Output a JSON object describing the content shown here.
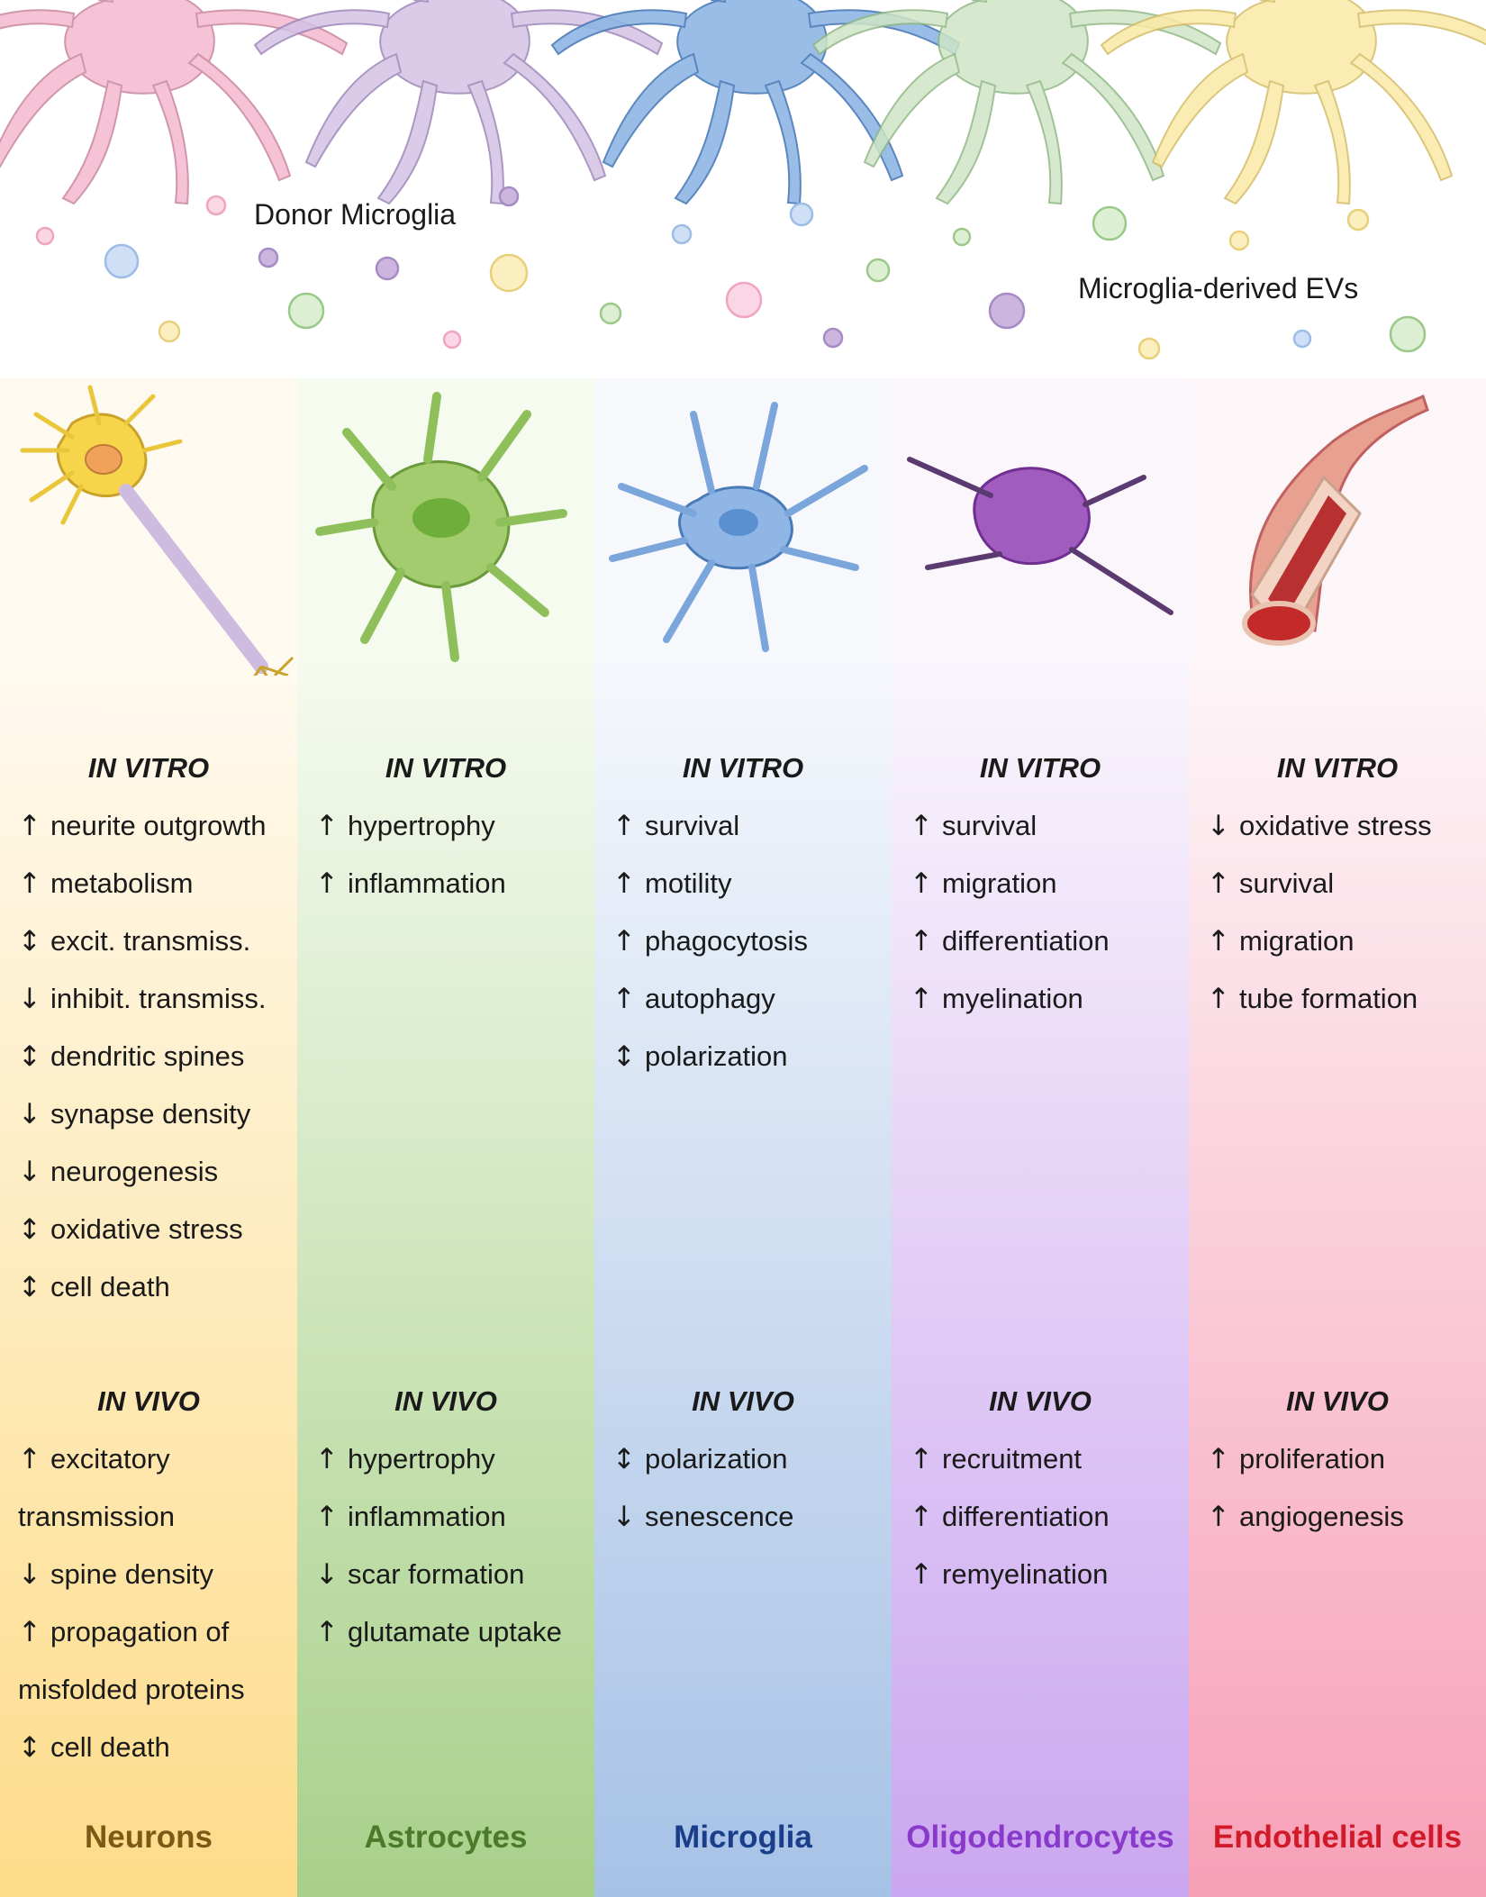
{
  "header": {
    "donor_label": "Donor Microglia",
    "evs_label": "Microglia-derived EVs"
  },
  "colors": {
    "neurons": "#7a5a14",
    "astrocytes": "#4a7a2a",
    "microglia": "#1a3e8a",
    "oligodendrocytes": "#8a3acb",
    "endothelial": "#d01a2a"
  },
  "columns": [
    {
      "key": "neurons",
      "icon": "neuron-icon",
      "label": "Neurons",
      "bg_top": "#fffaf0",
      "bg_bottom": "#fddc8a",
      "in_vitro_title": "IN VITRO",
      "in_vitro": [
        {
          "arrow": "↑",
          "text": "neurite outgrowth"
        },
        {
          "arrow": "↑",
          "text": "metabolism"
        },
        {
          "arrow": "↕",
          "text": "excit. transmiss."
        },
        {
          "arrow": "↓",
          "text": "inhibit. transmiss."
        },
        {
          "arrow": "↕",
          "text": "dendritic spines"
        },
        {
          "arrow": "↓",
          "text": "synapse density"
        },
        {
          "arrow": "↓",
          "text": "neurogenesis"
        },
        {
          "arrow": "↕",
          "text": "oxidative stress"
        },
        {
          "arrow": "↕",
          "text": "cell death"
        }
      ],
      "in_vivo_title": "IN VIVO",
      "in_vivo": [
        {
          "arrow": "↑",
          "text": "excitatory",
          "cont": "transmission"
        },
        {
          "arrow": "↓",
          "text": "spine density"
        },
        {
          "arrow": "↑",
          "text": "propagation of",
          "cont": "misfolded proteins"
        },
        {
          "arrow": "↕",
          "text": "cell death"
        }
      ]
    },
    {
      "key": "astrocytes",
      "icon": "astrocyte-icon",
      "label": "Astrocytes",
      "bg_top": "#f6fbf0",
      "bg_bottom": "#a8d08a",
      "in_vitro_title": "IN VITRO",
      "in_vitro": [
        {
          "arrow": "↑",
          "text": "hypertrophy"
        },
        {
          "arrow": "↑",
          "text": "inflammation"
        }
      ],
      "in_vivo_title": "IN VIVO",
      "in_vivo": [
        {
          "arrow": "↑",
          "text": "hypertrophy"
        },
        {
          "arrow": "↑",
          "text": "inflammation"
        },
        {
          "arrow": "↓",
          "text": "scar formation"
        },
        {
          "arrow": "↑",
          "text": "glutamate uptake"
        }
      ]
    },
    {
      "key": "microglia",
      "icon": "microglia-icon",
      "label": "Microglia",
      "bg_top": "#f6f8fc",
      "bg_bottom": "#a6c2e6",
      "in_vitro_title": "IN VITRO",
      "in_vitro": [
        {
          "arrow": "↑",
          "text": "survival"
        },
        {
          "arrow": "↑",
          "text": "motility"
        },
        {
          "arrow": "↑",
          "text": "phagocytosis"
        },
        {
          "arrow": "↑",
          "text": "autophagy"
        },
        {
          "arrow": "↕",
          "text": "polarization"
        }
      ],
      "in_vivo_title": "IN VIVO",
      "in_vivo": [
        {
          "arrow": "↕",
          "text": "polarization"
        },
        {
          "arrow": "↓",
          "text": "senescence"
        }
      ]
    },
    {
      "key": "oligodendrocytes",
      "icon": "oligodendrocyte-icon",
      "label": "Oligodendrocytes",
      "bg_top": "#faf6fc",
      "bg_bottom": "#cba6f0",
      "in_vitro_title": "IN VITRO",
      "in_vitro": [
        {
          "arrow": "↑",
          "text": "survival"
        },
        {
          "arrow": "↑",
          "text": "migration"
        },
        {
          "arrow": "↑",
          "text": "differentiation"
        },
        {
          "arrow": "↑",
          "text": "myelination"
        }
      ],
      "in_vivo_title": "IN VIVO",
      "in_vivo": [
        {
          "arrow": "↑",
          "text": "recruitment"
        },
        {
          "arrow": "↑",
          "text": "differentiation"
        },
        {
          "arrow": "↑",
          "text": "remyelination"
        }
      ]
    },
    {
      "key": "endothelial",
      "icon": "blood-vessel-icon",
      "label": "Endothelial cells",
      "bg_top": "#fdf6f8",
      "bg_bottom": "#f7a0b8",
      "in_vitro_title": "IN VITRO",
      "in_vitro": [
        {
          "arrow": "↓",
          "text": "oxidative stress"
        },
        {
          "arrow": "↑",
          "text": "survival"
        },
        {
          "arrow": "↑",
          "text": "migration"
        },
        {
          "arrow": "↑",
          "text": "tube formation"
        }
      ],
      "in_vivo_title": "IN VIVO",
      "in_vivo": [
        {
          "arrow": "↑",
          "text": "proliferation"
        },
        {
          "arrow": "↑",
          "text": "angiogenesis"
        }
      ]
    }
  ]
}
